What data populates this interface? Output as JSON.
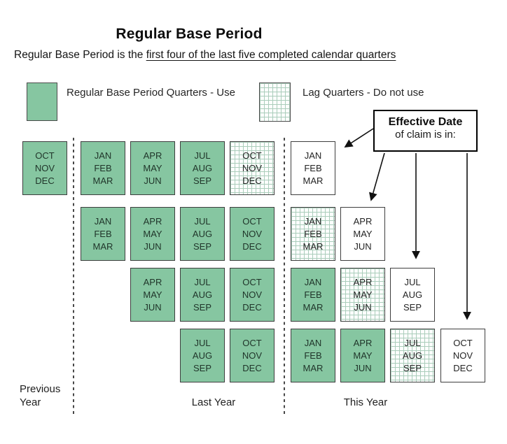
{
  "title": "Regular Base Period",
  "subtitle": {
    "prefix": "Regular Base Period is the ",
    "underlined": "first four of the last five completed calendar quarters"
  },
  "legend": {
    "use_label": "Regular Base Period Quarters - Use",
    "lag_label": "Lag Quarters - Do not use"
  },
  "callout": {
    "title": "Effective Date",
    "subtitle": "of claim is in:"
  },
  "footer": {
    "previous_year": [
      "Previous",
      "Year"
    ],
    "last_year": "Last Year",
    "this_year": "This Year"
  },
  "colors": {
    "use_fill": "#86C6A1",
    "lag_grid_line": "#ABCDBB",
    "box_border": "#3E3E3E",
    "callout_border": "#000000",
    "arrow": "#111111"
  },
  "grid": {
    "rows": [
      {
        "cells": [
          {
            "type": "use",
            "months": [
              "OCT",
              "NOV",
              "DEC"
            ]
          },
          {
            "type": "use",
            "months": [
              "JAN",
              "FEB",
              "MAR"
            ]
          },
          {
            "type": "use",
            "months": [
              "APR",
              "MAY",
              "JUN"
            ]
          },
          {
            "type": "use",
            "months": [
              "JUL",
              "AUG",
              "SEP"
            ]
          },
          {
            "type": "lag",
            "months": [
              "OCT",
              "NOV",
              "DEC"
            ]
          },
          {
            "type": "effective",
            "months": [
              "JAN",
              "FEB",
              "MAR"
            ]
          }
        ]
      },
      {
        "cells": [
          {
            "type": "use",
            "months": [
              "JAN",
              "FEB",
              "MAR"
            ]
          },
          {
            "type": "use",
            "months": [
              "APR",
              "MAY",
              "JUN"
            ]
          },
          {
            "type": "use",
            "months": [
              "JUL",
              "AUG",
              "SEP"
            ]
          },
          {
            "type": "use",
            "months": [
              "OCT",
              "NOV",
              "DEC"
            ]
          },
          {
            "type": "lag",
            "months": [
              "JAN",
              "FEB",
              "MAR"
            ]
          },
          {
            "type": "effective",
            "months": [
              "APR",
              "MAY",
              "JUN"
            ]
          }
        ]
      },
      {
        "cells": [
          {
            "type": "use",
            "months": [
              "APR",
              "MAY",
              "JUN"
            ]
          },
          {
            "type": "use",
            "months": [
              "JUL",
              "AUG",
              "SEP"
            ]
          },
          {
            "type": "use",
            "months": [
              "OCT",
              "NOV",
              "DEC"
            ]
          },
          {
            "type": "use",
            "months": [
              "JAN",
              "FEB",
              "MAR"
            ]
          },
          {
            "type": "lag",
            "months": [
              "APR",
              "MAY",
              "JUN"
            ]
          },
          {
            "type": "effective",
            "months": [
              "JUL",
              "AUG",
              "SEP"
            ]
          }
        ]
      },
      {
        "cells": [
          {
            "type": "use",
            "months": [
              "JUL",
              "AUG",
              "SEP"
            ]
          },
          {
            "type": "use",
            "months": [
              "OCT",
              "NOV",
              "DEC"
            ]
          },
          {
            "type": "use",
            "months": [
              "JAN",
              "FEB",
              "MAR"
            ]
          },
          {
            "type": "use",
            "months": [
              "APR",
              "MAY",
              "JUN"
            ]
          },
          {
            "type": "lag",
            "months": [
              "JUL",
              "AUG",
              "SEP"
            ]
          },
          {
            "type": "effective",
            "months": [
              "OCT",
              "NOV",
              "DEC"
            ]
          }
        ]
      }
    ]
  }
}
